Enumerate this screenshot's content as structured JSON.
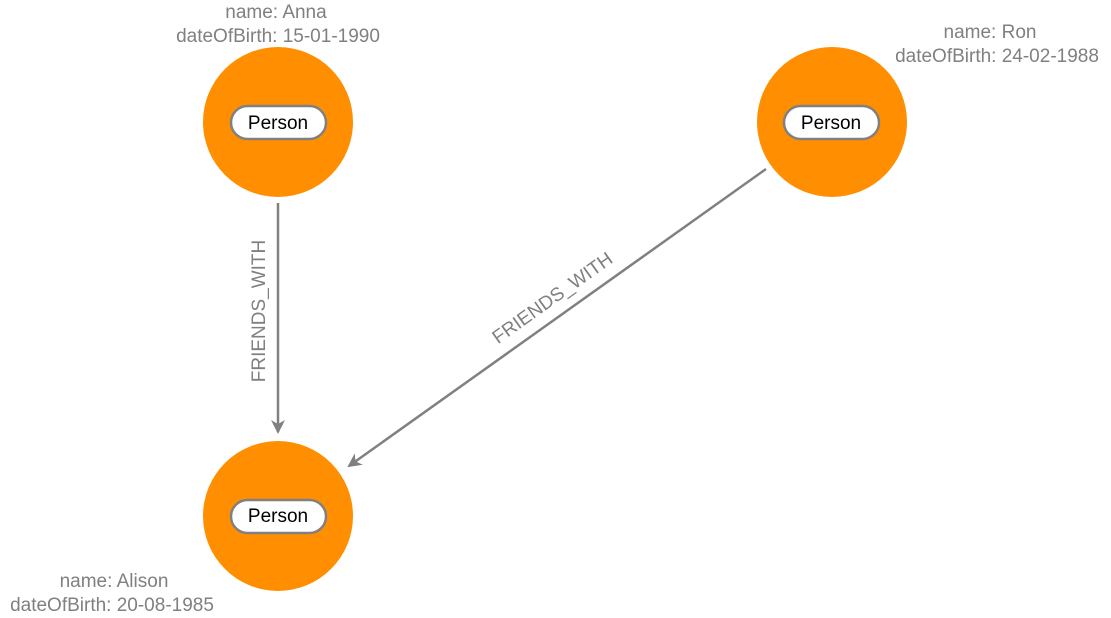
{
  "colors": {
    "node": "#ff8f00",
    "edge": "#808080",
    "property_text": "#808080",
    "label_text": "#000000"
  },
  "nodes": [
    {
      "id": "anna",
      "label": "Person",
      "name": "name: Anna",
      "dob": "dateOfBirth: 15-01-1990"
    },
    {
      "id": "ron",
      "label": "Person",
      "name": "name: Ron",
      "dob": "dateOfBirth: 24-02-1988"
    },
    {
      "id": "alison",
      "label": "Person",
      "name": "name: Alison",
      "dob": "dateOfBirth: 20-08-1985"
    }
  ],
  "edges": [
    {
      "from": "anna",
      "to": "alison",
      "label": "FRIENDS_WITH"
    },
    {
      "from": "ron",
      "to": "alison",
      "label": "FRIENDS_WITH"
    }
  ]
}
